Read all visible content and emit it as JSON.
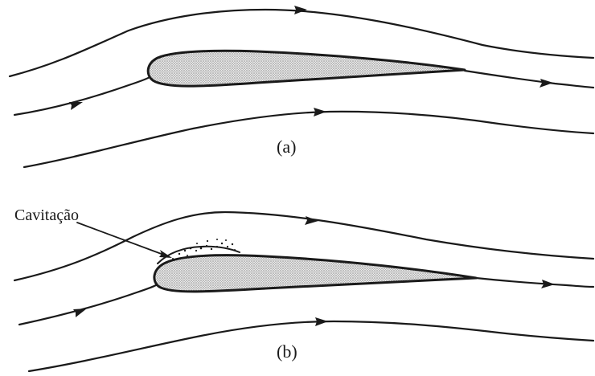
{
  "diagram": {
    "panel_a": {
      "caption": "(a)"
    },
    "panel_b": {
      "caption": "(b)",
      "annotation": "Cavitação"
    }
  },
  "colors": {
    "line": "#1a1a1a",
    "airfoil_fill": "#d8d8d8",
    "background": "#ffffff"
  }
}
